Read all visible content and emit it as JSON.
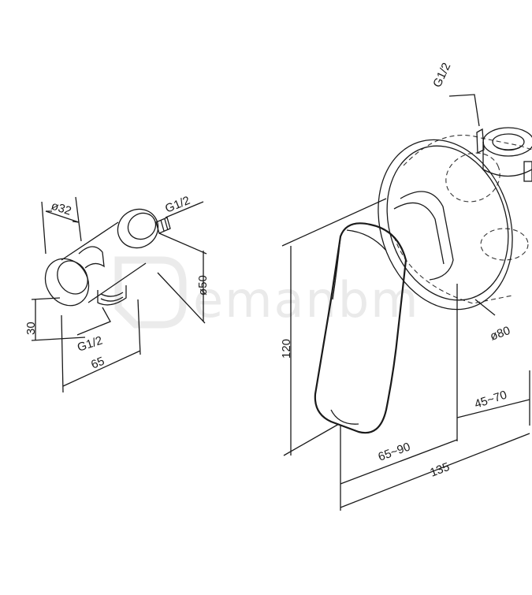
{
  "holder": {
    "dia_top": "ø32",
    "thread_right": "G1/2",
    "dia_flange": "ø50",
    "height_30": "30",
    "thread_bottom": "G1/2",
    "length_65": "65"
  },
  "mixer": {
    "thread_top": "G1/2",
    "height_120": "120",
    "dia_80": "ø80",
    "dim_45_70": "45~70",
    "dim_65_90": "65~90",
    "dim_135": "135"
  },
  "watermark": "emanbm",
  "colors": {
    "line": "#1a1a1a",
    "watermark": "#d9d9d9"
  }
}
